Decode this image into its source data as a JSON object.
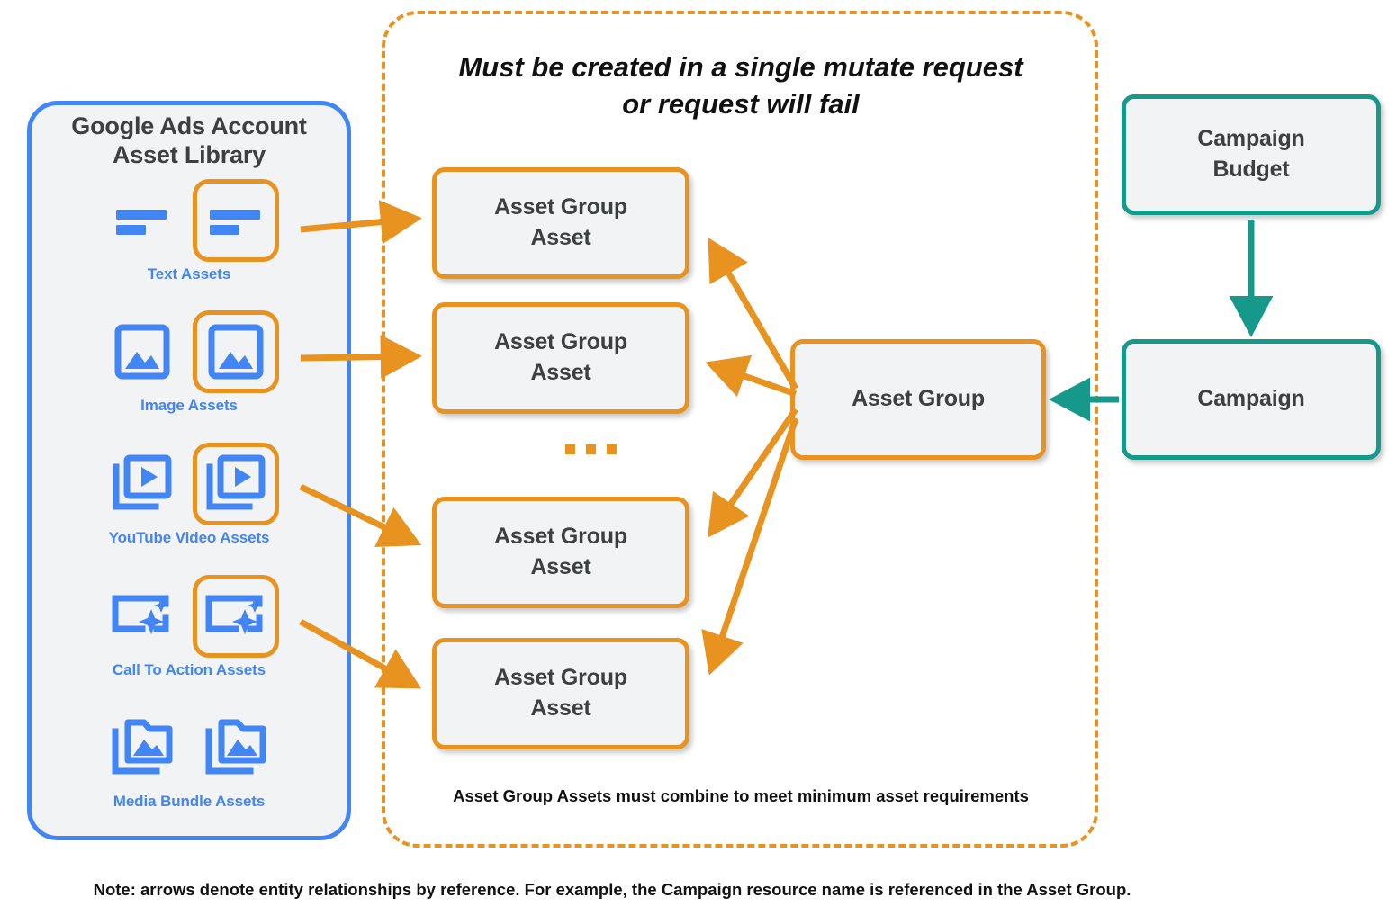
{
  "diagram": {
    "title": "Google Ads Asset Group relationships",
    "colors": {
      "orange": "#e8921f",
      "blue": "#4285f4",
      "teal": "#16988a",
      "node_fill": "#f1f3f4",
      "text_dark": "#3c4043"
    }
  },
  "library": {
    "title_line1": "Google Ads Account",
    "title_line2": "Asset Library",
    "assets": [
      {
        "label": "Text Assets",
        "icon": "text-lines-icon",
        "highlighted": true
      },
      {
        "label": "Image Assets",
        "icon": "image-icon",
        "highlighted": true
      },
      {
        "label": "YouTube Video  Assets",
        "icon": "video-stack-icon",
        "highlighted": true
      },
      {
        "label": "Call To Action Assets",
        "icon": "call-to-action-icon",
        "highlighted": true
      },
      {
        "label": "Media Bundle  Assets",
        "icon": "media-bundle-folder-icon",
        "highlighted": false
      }
    ]
  },
  "mutate_container": {
    "heading_line1": "Must be created in a single mutate request",
    "heading_line2": "or request will fail",
    "footer": "Asset Group Assets must combine to meet minimum asset requirements",
    "asset_group_assets": [
      {
        "line1": "Asset Group",
        "line2": "Asset"
      },
      {
        "line1": "Asset Group",
        "line2": "Asset"
      },
      {
        "line1": "Asset Group",
        "line2": "Asset"
      },
      {
        "line1": "Asset Group",
        "line2": "Asset"
      }
    ],
    "ellipsis": "..."
  },
  "right_column": {
    "asset_group": "Asset Group",
    "campaign_budget_line1": "Campaign",
    "campaign_budget_line2": "Budget",
    "campaign": "Campaign"
  },
  "footnote": "Note: arrows denote entity relationships by reference. For example, the Campaign resource name is referenced in the Asset Group."
}
